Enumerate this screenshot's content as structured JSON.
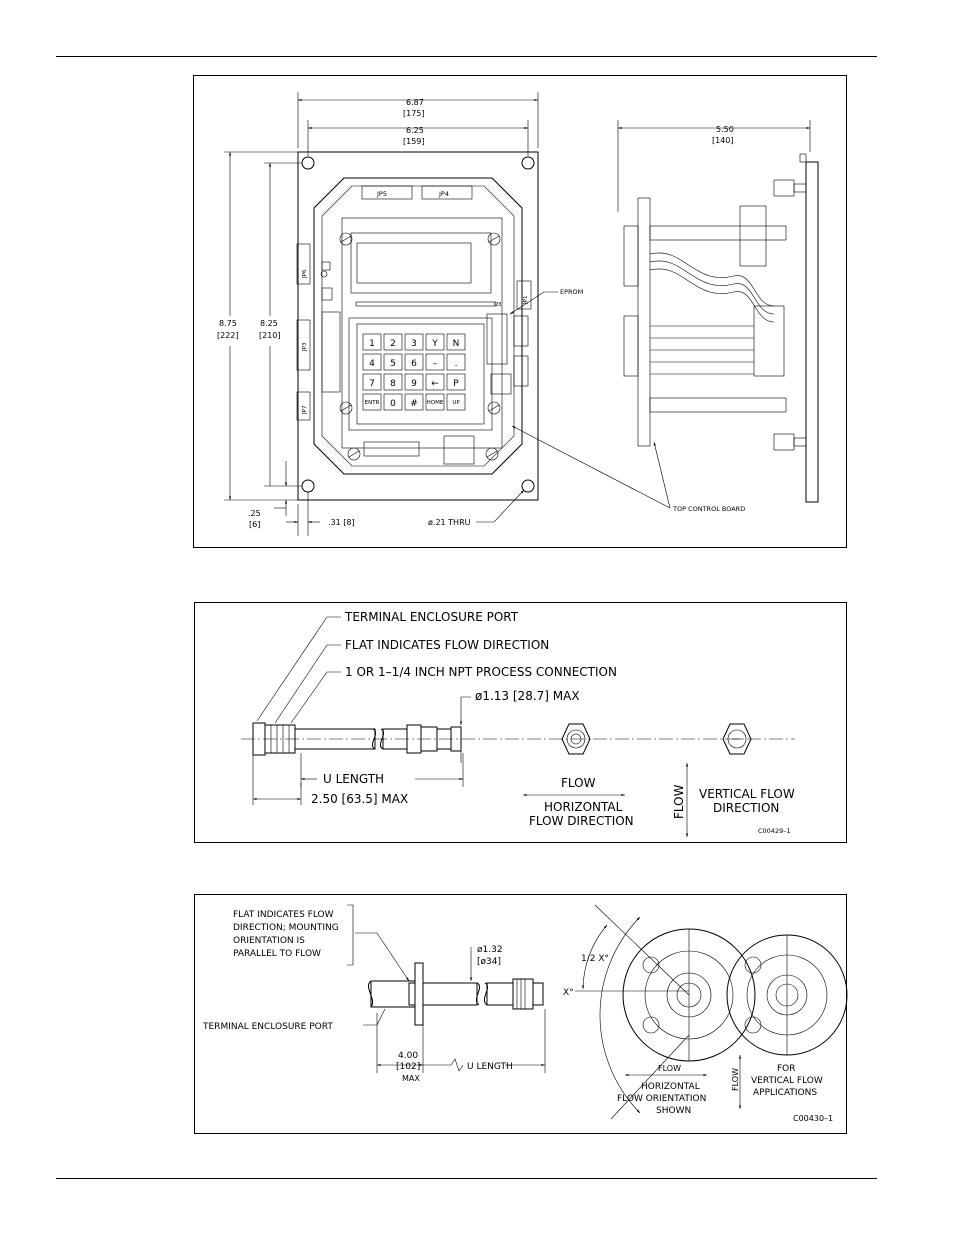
{
  "panel1": {
    "dim_width_outer": "6.87",
    "dim_width_outer_mm": "[175]",
    "dim_width_inner": "6.25",
    "dim_width_inner_mm": "[159]",
    "dim_depth": "5.50",
    "dim_depth_mm": "[140]",
    "dim_height_outer": "8.75",
    "dim_height_outer_mm": "[222]",
    "dim_height_inner": "8.25",
    "dim_height_inner_mm": "[210]",
    "dim_edge_v": ".25",
    "dim_edge_v_mm": "[6]",
    "dim_edge_h": ".31 [8]",
    "hole_label": "ø.21 THRU",
    "board_label": "TOP CONTROL BOARD",
    "eprom_label": "EPROM",
    "u3_label": "U3",
    "jumpers": {
      "jp5": "JP5",
      "jp4": "JP4",
      "jp6": "JP6",
      "jp3": "JP3",
      "jp7": "JP7",
      "jp1": "JP1"
    },
    "keypad": [
      "1",
      "2",
      "3",
      "Y",
      "N",
      "4",
      "5",
      "6",
      "–",
      ".",
      "7",
      "8",
      "9",
      "←",
      "P",
      "ENTR",
      "0",
      "#",
      "HOME",
      "UP"
    ]
  },
  "panel2": {
    "label_port": "TERMINAL ENCLOSURE PORT",
    "label_flat": "FLAT INDICATES FLOW DIRECTION",
    "label_npt": "1 OR 1–1/4 INCH NPT PROCESS CONNECTION",
    "dim_dia": "ø1.13 [28.7] MAX",
    "dim_u": "U LENGTH",
    "dim_max": "2.50 [63.5] MAX",
    "flow": "FLOW",
    "horiz_1": "HORIZONTAL",
    "horiz_2": "FLOW DIRECTION",
    "vert_1": "VERTICAL FLOW",
    "vert_2": "DIRECTION",
    "flow_v": "FLOW",
    "code": "C00429–1"
  },
  "panel3": {
    "note_1": "FLAT INDICATES FLOW",
    "note_2": "DIRECTION; MOUNTING",
    "note_3": "ORIENTATION IS",
    "note_4": "PARALLEL TO FLOW",
    "label_port": "TERMINAL ENCLOSURE PORT",
    "dim_dia": "ø1.32",
    "dim_dia_mm": "[ø34]",
    "dim_len": "4.00",
    "dim_len_mm": "[102]",
    "dim_len_max": "MAX",
    "u_label": "U LENGTH",
    "angle_half": "1/2 X°",
    "angle_x": "X°",
    "flow": "FLOW",
    "horiz_1": "HORIZONTAL",
    "horiz_2": "FLOW ORIENTATION",
    "horiz_3": "SHOWN",
    "flow_v": "FLOW",
    "vert_1": "FOR",
    "vert_2": "VERTICAL FLOW",
    "vert_3": "APPLICATIONS",
    "code": "C00430–1"
  }
}
